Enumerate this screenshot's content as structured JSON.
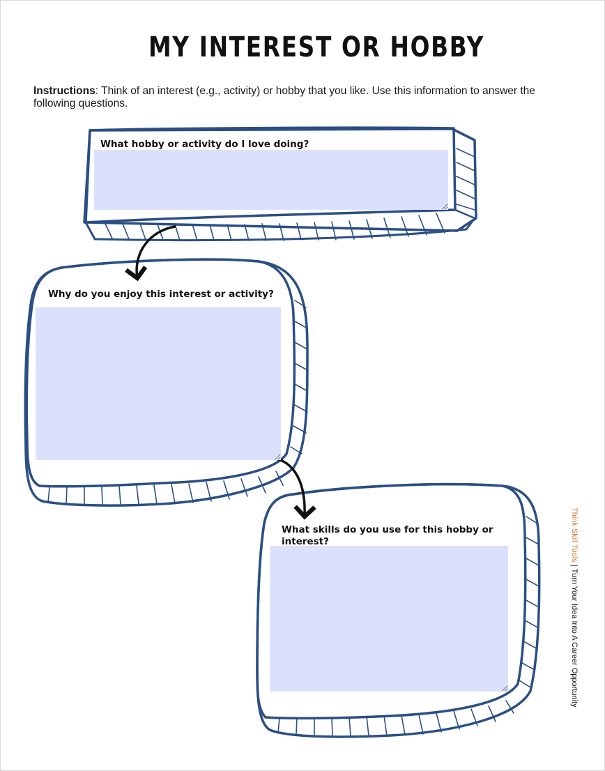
{
  "title": "MY INTEREST OR HOBBY",
  "instructions": {
    "label": "Instructions",
    "text": ": Think of an interest (e.g., activity) or hobby that you like. Use this information to answer the following questions."
  },
  "questions": [
    {
      "label": "What hobby or activity do I love doing?",
      "answer": ""
    },
    {
      "label": "Why do you enjoy this interest or activity?",
      "answer": ""
    },
    {
      "label": "What skills do you use for this hobby or interest?",
      "answer": ""
    }
  ],
  "footer": {
    "brand": "Think Skill Tools",
    "separator": " | ",
    "tagline": "Turn Your Idea Into A Career Opportunity"
  },
  "colors": {
    "frame": "#2b4f84",
    "field": "#dbe1fd",
    "arrow": "#111111",
    "brand": "#d07a3a"
  }
}
